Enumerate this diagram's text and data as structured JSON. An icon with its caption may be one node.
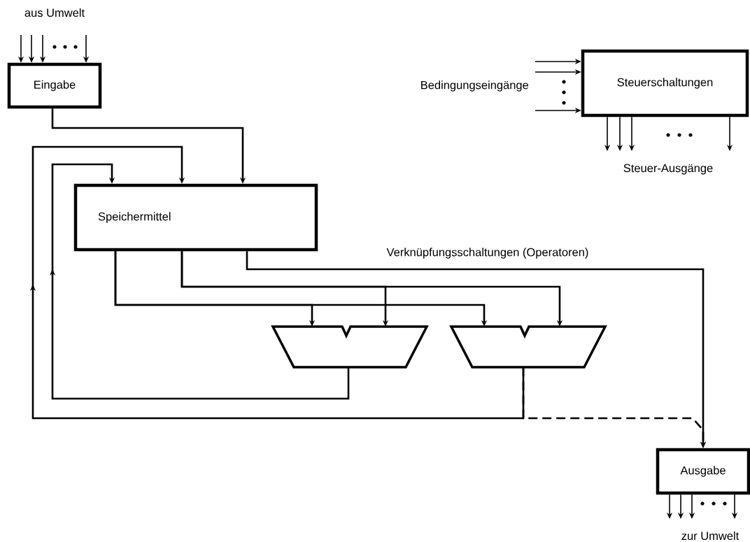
{
  "diagram": {
    "nodes": [
      {
        "text": [
          "Eingabe"
        ]
      },
      {
        "text": [
          "Steuerschaltungen"
        ]
      },
      {
        "text": [
          "Speichermittel"
        ]
      },
      {
        "text": [],
        "shape": "trapezoid"
      },
      {
        "text": [],
        "shape": "trapezoid"
      },
      {
        "text": [
          "Ausgabe"
        ]
      }
    ],
    "edges": [
      {
        "from": null,
        "to": 0,
        "arrow": "to"
      },
      {
        "from": null,
        "to": 0,
        "arrow": "to"
      },
      {
        "from": null,
        "to": 0,
        "arrow": "to"
      },
      {
        "from": null,
        "to": 0,
        "arrow": "to"
      },
      {
        "from": null,
        "to": 1,
        "arrow": "to"
      },
      {
        "from": null,
        "to": 1,
        "arrow": "to"
      },
      {
        "from": null,
        "to": 1,
        "arrow": "to"
      },
      {
        "from": 1,
        "to": null,
        "arrow": "to"
      },
      {
        "from": 1,
        "to": null,
        "arrow": "to"
      },
      {
        "from": 1,
        "to": null,
        "arrow": "to"
      },
      {
        "from": 1,
        "to": null,
        "arrow": "to"
      },
      {
        "from": 0,
        "to": 2,
        "arrow": "to"
      },
      {
        "from": 2,
        "to": 3,
        "arrow": "to"
      },
      {
        "from": 2,
        "to": 3,
        "arrow": "to"
      },
      {
        "from": 2,
        "to": 4,
        "arrow": "to"
      },
      {
        "from": 2,
        "to": 4,
        "arrow": "to"
      },
      {
        "from": 2,
        "to": 5,
        "arrow": "to"
      },
      {
        "from": 3,
        "to": 2,
        "arrow": "to"
      },
      {
        "from": 4,
        "to": 2,
        "arrow": "to"
      },
      {
        "from": 4,
        "to": 5,
        "arrow": "to",
        "style": "dashed"
      },
      {
        "from": 5,
        "to": null,
        "arrow": "to"
      },
      {
        "from": 5,
        "to": null,
        "arrow": "to"
      },
      {
        "from": 5,
        "to": null,
        "arrow": "to"
      },
      {
        "from": 5,
        "to": null,
        "arrow": "to"
      }
    ],
    "labels": [
      "aus Umwelt",
      "Bedingungseingänge",
      "Steuer-Ausgänge",
      "Verknüpfungsschaltungen (Operatoren)",
      "zur Umwelt"
    ]
  }
}
